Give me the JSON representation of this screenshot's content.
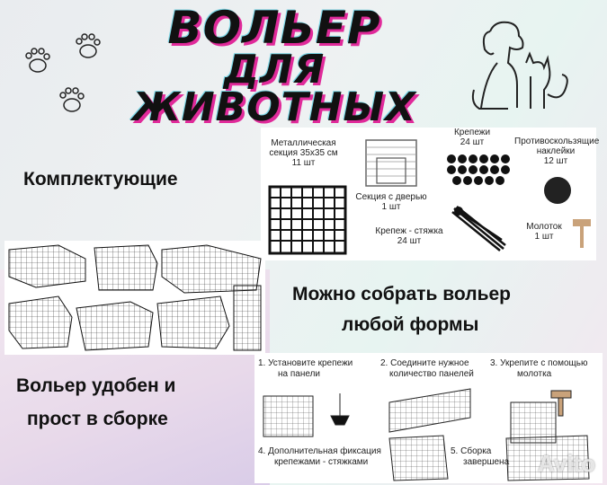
{
  "title": {
    "line1": "ВОЛЬЕР",
    "line2": "ДЛЯ",
    "line3": "ЖИВОТНЫХ"
  },
  "labels": {
    "components": "Комплектующие",
    "any_shape_1": "Можно собрать вольер",
    "any_shape_2": "любой формы",
    "easy_1": "Вольер удобен и",
    "easy_2": "прост в сборке"
  },
  "parts": {
    "section_a": "Металлическая",
    "section_b": "секция  35х35 см",
    "section_c": "11 шт",
    "door_a": "Секция с дверью",
    "door_b": "1 шт",
    "fasteners_a": "Крепежи",
    "fasteners_b": "24 шт",
    "stickers_a": "Противоскользящие",
    "stickers_b": "наклейки",
    "stickers_c": "12 шт",
    "ties_a": "Крепеж - стяжка",
    "ties_b": "24 шт",
    "hammer_a": "Молоток",
    "hammer_b": "1 шт"
  },
  "steps": {
    "s1a": "1. Установите крепежи",
    "s1b": "на панели",
    "s2a": "2. Соедините нужное",
    "s2b": "количество панелей",
    "s3a": "3. Укрепите с помощью",
    "s3b": "молотка",
    "s4a": "4. Дополнительная фиксация",
    "s4b": "крепежами - стяжками",
    "s5a": "5. Сборка",
    "s5b": "завершена"
  },
  "watermark": "Avito"
}
